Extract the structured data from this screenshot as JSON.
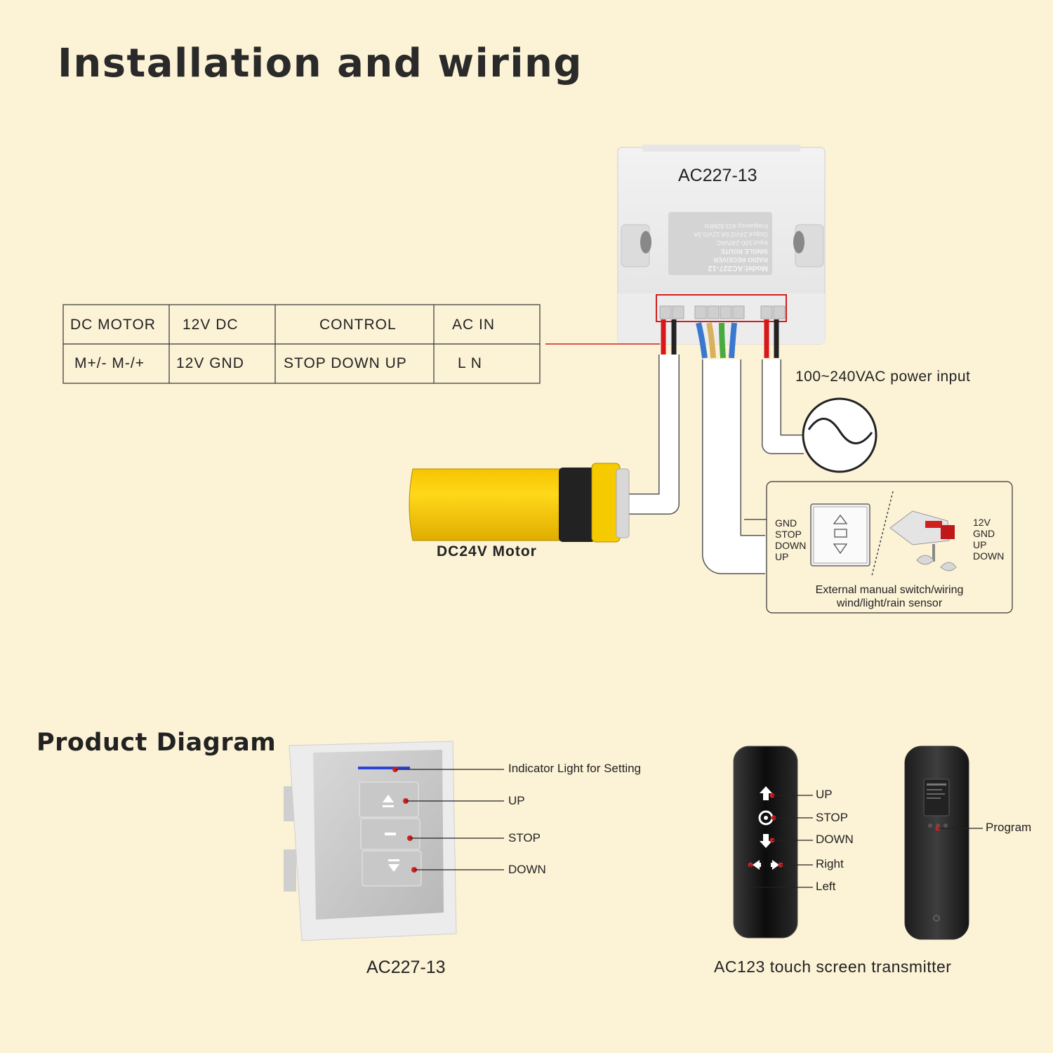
{
  "heading": "Installation and wiring",
  "receiver": {
    "model": "AC227-13",
    "sticker": [
      "Model:AC227-12",
      "RADIO RECEIVER",
      "SINGLE ROUTE",
      "Input:100-240VAC",
      "Output:24V/2.5A 12V/0.3A",
      "Frequency:433.92MHz"
    ]
  },
  "table": {
    "headers": [
      "DC  MOTOR",
      "12V     DC",
      "CONTROL",
      "AC      IN"
    ],
    "row": [
      "M+/-    M-/+",
      "12V      GND",
      "STOP   DOWN  UP",
      "L          N"
    ]
  },
  "power_label": "100~240VAC power input",
  "motor_label": "DC24V Motor",
  "external": {
    "left_pins": [
      "GND",
      "STOP",
      "DOWN",
      "UP"
    ],
    "right_pins": [
      "12V",
      "GND",
      "UP",
      "DOWN"
    ],
    "caption_line1": "External manual switch/wiring",
    "caption_line2": "wind/light/rain sensor"
  },
  "product_heading": "Product Diagram",
  "switch": {
    "name": "AC227-13",
    "callouts": [
      "Indicator Light for Setting",
      "UP",
      "STOP",
      "DOWN"
    ]
  },
  "remote": {
    "name": "AC123 touch screen transmitter",
    "callouts": [
      "UP",
      "STOP",
      "DOWN",
      "Right",
      "Left"
    ],
    "back_callout": "Program"
  },
  "colors": {
    "background": "#fcf2d6",
    "motor": "#f7cc00",
    "callout": "#d02020"
  }
}
